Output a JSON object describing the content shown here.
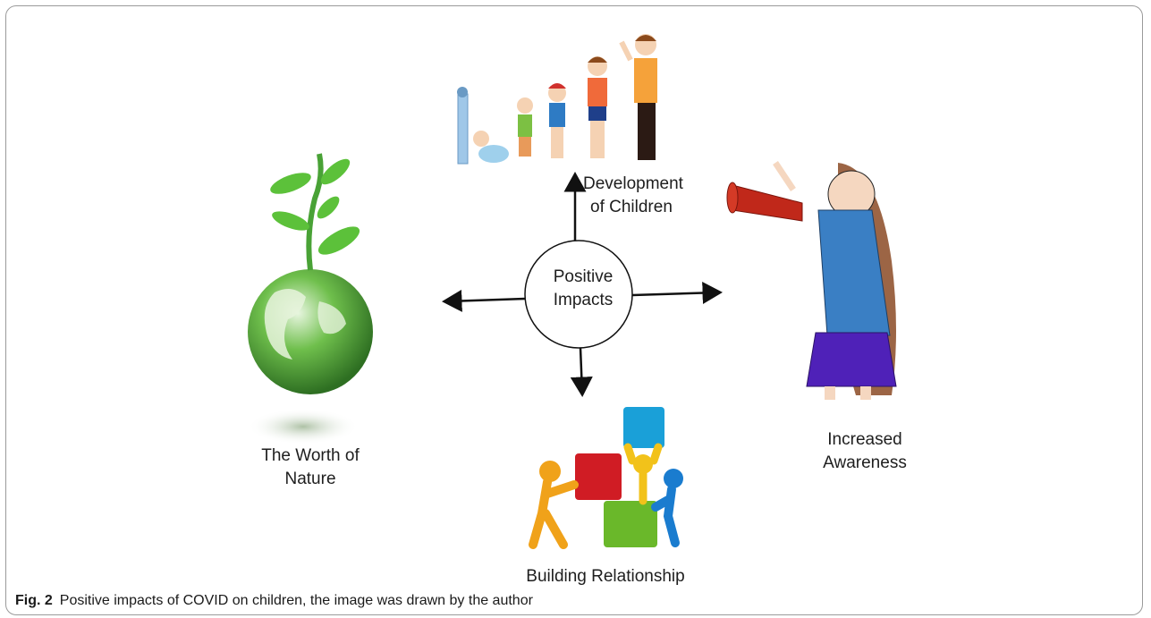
{
  "center": {
    "line1": "Positive",
    "line2": "Impacts"
  },
  "branches": {
    "top": {
      "line1": "Development",
      "line2": "of Children",
      "illustration": "children-growth-illustration"
    },
    "left": {
      "line1": "The Worth of",
      "line2": "Nature",
      "illustration": "globe-sprout-illustration"
    },
    "right": {
      "line1": "Increased",
      "line2": "Awareness",
      "illustration": "megaphone-girl-illustration"
    },
    "bottom": {
      "line1": "Building Relationship",
      "illustration": "teamwork-blocks-illustration"
    }
  },
  "caption": {
    "label": "Fig. 2",
    "text": "Positive impacts of COVID on children, the image was drawn by the author"
  },
  "colors": {
    "arrow": "#111111",
    "globe": "#4a9a3a",
    "megaphone": "#c0281a",
    "block_red": "#d01c24",
    "block_blue": "#1aa0d8",
    "block_green": "#6ab82a",
    "block_yellow": "#f2c21a"
  }
}
